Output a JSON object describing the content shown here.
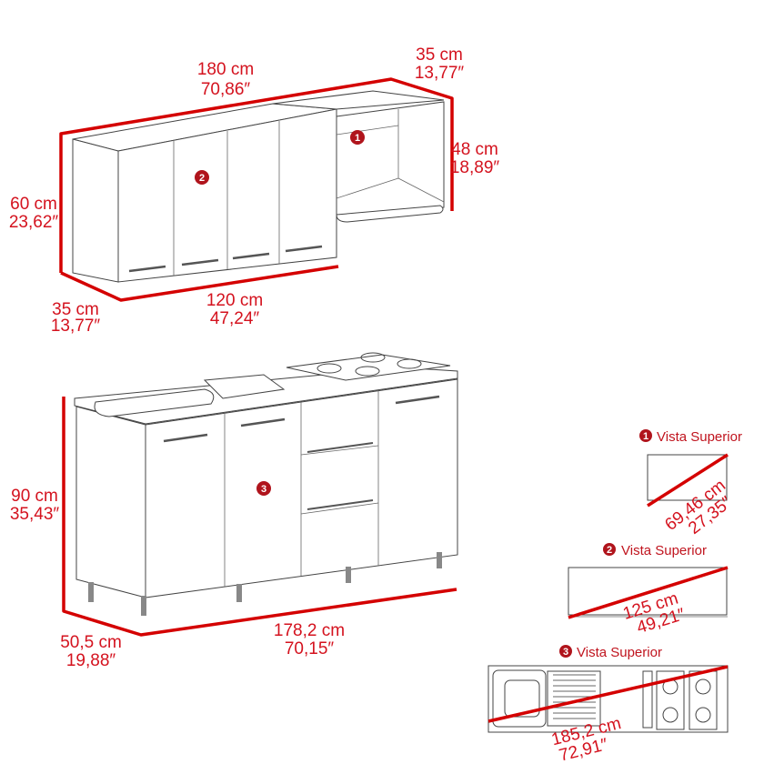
{
  "upper_cabinet": {
    "width_total": {
      "cm": "180 cm",
      "in": "70,86″"
    },
    "depth_right": {
      "cm": "35 cm",
      "in": "13,77″"
    },
    "height_open": {
      "cm": "48 cm",
      "in": "18,89″"
    },
    "height": {
      "cm": "60 cm",
      "in": "23,62″"
    },
    "depth_left": {
      "cm": "35 cm",
      "in": "13,77″"
    },
    "width_cabinet": {
      "cm": "120 cm",
      "in": "47,24″"
    },
    "badge_open": "1",
    "badge_cabinet": "2"
  },
  "lower_cabinet": {
    "height": {
      "cm": "90 cm",
      "in": "35,43″"
    },
    "depth": {
      "cm": "50,5 cm",
      "in": "19,88″"
    },
    "width": {
      "cm": "178,2 cm",
      "in": "70,15″"
    },
    "badge": "3"
  },
  "top_views": [
    {
      "badge": "1",
      "label": "Vista Superior",
      "diag": {
        "cm": "69,46 cm",
        "in": "27,35″"
      }
    },
    {
      "badge": "2",
      "label": "Vista Superior",
      "diag": {
        "cm": "125 cm",
        "in": "49,21″"
      }
    },
    {
      "badge": "3",
      "label": "Vista Superior",
      "diag": {
        "cm": "185,2 cm",
        "in": "72,91″"
      }
    }
  ],
  "colors": {
    "dimension": "#d40000",
    "badge": "#b0141c"
  }
}
